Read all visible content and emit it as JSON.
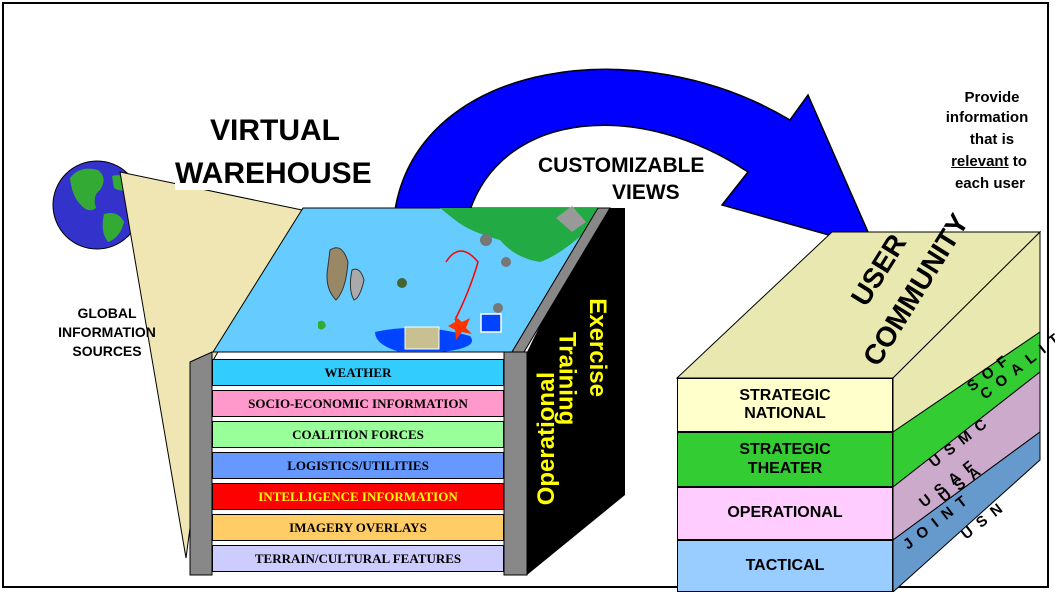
{
  "warehouse": {
    "title_line1": "VIRTUAL",
    "title_line2": "WAREHOUSE",
    "layers": [
      {
        "label": "WEATHER",
        "color": "#33ccff"
      },
      {
        "label": "SOCIO-ECONOMIC INFORMATION",
        "color": "#ff99cc"
      },
      {
        "label": "COALITION FORCES",
        "color": "#99ff99"
      },
      {
        "label": "LOGISTICS/UTILITIES",
        "color": "#6699ff"
      },
      {
        "label": "INTELLIGENCE INFORMATION",
        "color": "#ff0000"
      },
      {
        "label": "IMAGERY OVERLAYS",
        "color": "#ffcc66"
      },
      {
        "label": "TERRAIN/CULTURAL FEATURES",
        "color": "#ccccff"
      }
    ],
    "side_labels": [
      "Exercise",
      "Training",
      "Operational"
    ],
    "side_label_color": "#ffff00"
  },
  "global_sources": {
    "line1": "GLOBAL",
    "line2": "INFORMATION",
    "line3": "SOURCES"
  },
  "customizable": {
    "line1": "CUSTOMIZABLE",
    "line2": "VIEWS",
    "arrow_color": "#0000ff"
  },
  "provide_note": {
    "line1": "Provide",
    "line2": "information",
    "line3": "that is",
    "line4": "relevant",
    "line4_suffix": " to",
    "line5": "each user"
  },
  "user_community": {
    "title_line1": "USER",
    "title_line2": "COMMUNITY",
    "levels": [
      {
        "line1": "STRATEGIC",
        "line2": "NATIONAL",
        "color": "#ffffcc"
      },
      {
        "line1": "STRATEGIC",
        "line2": "THEATER",
        "color": "#33cc33"
      },
      {
        "line1": "OPERATIONAL",
        "line2": "",
        "color": "#ffccff"
      },
      {
        "line1": "TACTICAL",
        "line2": "",
        "color": "#99ccff"
      }
    ],
    "organizations": [
      "JOINT",
      "USAF",
      "USMC",
      "USA",
      "USN",
      "SOF",
      "COALITION"
    ]
  }
}
